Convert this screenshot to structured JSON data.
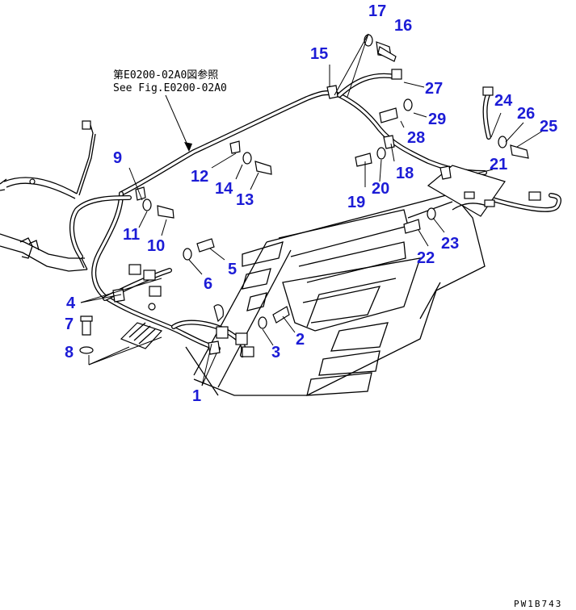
{
  "reference_note": {
    "line1": "第E0200-02A0図参照",
    "line2": "See Fig.E0200-02A0"
  },
  "drawing_code": "PW1B743",
  "callouts": [
    {
      "id": "c1",
      "label": "1"
    },
    {
      "id": "c2",
      "label": "2"
    },
    {
      "id": "c3",
      "label": "3"
    },
    {
      "id": "c4",
      "label": "4"
    },
    {
      "id": "c5",
      "label": "5"
    },
    {
      "id": "c6",
      "label": "6"
    },
    {
      "id": "c7",
      "label": "7"
    },
    {
      "id": "c8",
      "label": "8"
    },
    {
      "id": "c9",
      "label": "9"
    },
    {
      "id": "c10",
      "label": "10"
    },
    {
      "id": "c11",
      "label": "11"
    },
    {
      "id": "c12",
      "label": "12"
    },
    {
      "id": "c13",
      "label": "13"
    },
    {
      "id": "c14",
      "label": "14"
    },
    {
      "id": "c15",
      "label": "15"
    },
    {
      "id": "c16",
      "label": "16"
    },
    {
      "id": "c17",
      "label": "17"
    },
    {
      "id": "c18",
      "label": "18"
    },
    {
      "id": "c19",
      "label": "19"
    },
    {
      "id": "c20",
      "label": "20"
    },
    {
      "id": "c21",
      "label": "21"
    },
    {
      "id": "c22",
      "label": "22"
    },
    {
      "id": "c23",
      "label": "23"
    },
    {
      "id": "c24",
      "label": "24"
    },
    {
      "id": "c25",
      "label": "25"
    },
    {
      "id": "c26",
      "label": "26"
    },
    {
      "id": "c27",
      "label": "27"
    },
    {
      "id": "c28",
      "label": "28"
    },
    {
      "id": "c29",
      "label": "29"
    }
  ],
  "colors": {
    "callout": "#1c1cd6",
    "line": "#000000",
    "background": "#ffffff"
  }
}
